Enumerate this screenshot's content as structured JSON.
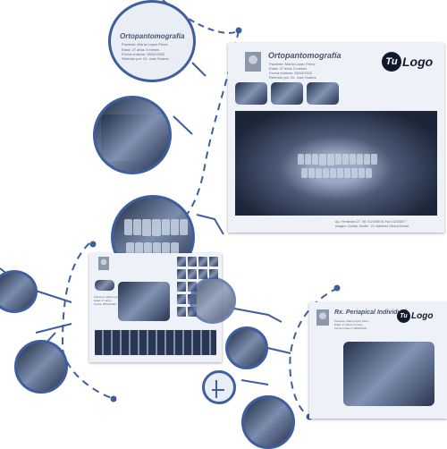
{
  "top_bubble": {
    "title": "Ortopantomografía",
    "patient": "Paciente: María López Pérez",
    "lines": [
      "Edad: 27 años 3 meses",
      "Fecha emisión: 28/02/2020",
      "Referido por: Dr. José Suárez"
    ]
  },
  "panoramic_sheet": {
    "title": "Ortopantomografía",
    "patient": "Paciente: María López Pérez",
    "lines": [
      "Edad: 27 años 3 meses",
      "Fecha emisión: 28/02/2020",
      "Referido por: Dr. José Suárez"
    ],
    "logo_badge": "Tu",
    "logo_word": "Logo",
    "footer": [
      "Ap. Fernández 27, Tel. 012345678, Fax 012345677",
      "Imagen, Ciudad. Sevilla · Dr. Martínez Clínica Dental"
    ]
  },
  "periapical_sheet": {
    "title": "Rx. Periapical Individual",
    "patient": "Paciente: María López Pérez",
    "lines": [
      "Edad: 27 años 3 meses",
      "Fecha emisión: 28/02/2020"
    ],
    "logo_badge": "Tu",
    "logo_word": "Logo"
  },
  "series_sheet": {
    "lines": [
      "Paciente: María López Pérez",
      "Edad: 27 años",
      "Fecha: 28/02/2020"
    ]
  },
  "colors": {
    "accent": "#3f5e9d",
    "sheet": "#eef1f8",
    "xray_dark": "#1f2a3f"
  }
}
